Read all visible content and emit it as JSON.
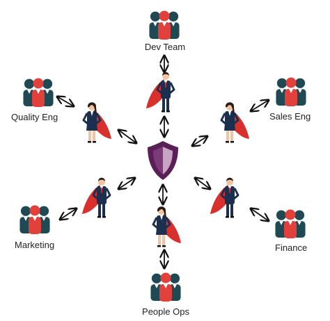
{
  "colors": {
    "teal": "#1f4a54",
    "red": "#e1403b",
    "navy": "#1c2f4f",
    "cape": "#d8302d",
    "skin": "#f2c4a4",
    "hair": "#2a1d17",
    "shield_dark": "#5a1f57",
    "shield_light": "#c7a4c4",
    "arrow": "#111111"
  },
  "teams": [
    {
      "id": "dev",
      "label": "Dev Team",
      "icon": "team-group-icon"
    },
    {
      "id": "quality",
      "label": "Quality Eng",
      "icon": "team-group-icon"
    },
    {
      "id": "sales",
      "label": "Sales Eng",
      "icon": "team-group-icon"
    },
    {
      "id": "marketing",
      "label": "Marketing",
      "icon": "team-group-icon"
    },
    {
      "id": "finance",
      "label": "Finance",
      "icon": "team-group-icon"
    },
    {
      "id": "people",
      "label": "People Ops",
      "icon": "team-group-icon"
    }
  ],
  "hub": {
    "icon": "security-shield-icon"
  },
  "heroes": [
    {
      "id": "dev",
      "icon": "superhero-man-icon"
    },
    {
      "id": "quality",
      "icon": "superhero-woman-icon"
    },
    {
      "id": "sales",
      "icon": "superhero-woman-icon"
    },
    {
      "id": "marketing",
      "icon": "superhero-man-icon"
    },
    {
      "id": "finance",
      "icon": "superhero-man-icon"
    },
    {
      "id": "people",
      "icon": "superhero-woman-icon"
    }
  ]
}
